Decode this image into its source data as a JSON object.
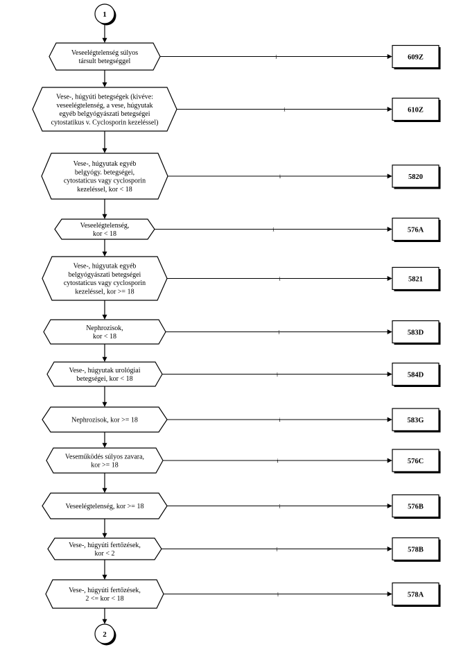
{
  "start_connector": "1",
  "end_connector": "2",
  "yes_mark": "i",
  "decisions": [
    {
      "lines": [
        "Veseelégtelenség súlyos",
        "társult betegséggel"
      ],
      "code": "609Z"
    },
    {
      "lines": [
        "Vese-, húgyúti betegségek (kivéve:",
        "veseelégtelenség, a vese, húgyutak",
        "egyéb belgyógyászati betegségei",
        "cytostatikus v. Cyclosporin kezeléssel)"
      ],
      "code": "610Z"
    },
    {
      "lines": [
        "Vese-, húgyutak egyéb",
        "belgyógy. betegségei,",
        "cytostaticus vagy cyclosporin",
        "kezeléssel, kor < 18"
      ],
      "code": "5820"
    },
    {
      "lines": [
        "Veseelégtelenség,",
        "kor < 18"
      ],
      "code": "576A"
    },
    {
      "lines": [
        "Vese-, húgyutak egyéb",
        "belgyógyászati betegségei",
        "cytostaticus vagy cyclosporin",
        "kezeléssel, kor >= 18"
      ],
      "code": "5821"
    },
    {
      "lines": [
        "Nephrozisok,",
        "kor < 18"
      ],
      "code": "583D"
    },
    {
      "lines": [
        "Vese-, húgyutak urológiai",
        "betegségei, kor < 18"
      ],
      "code": "584D"
    },
    {
      "lines": [
        "Nephrozisok, kor >= 18"
      ],
      "code": "583G"
    },
    {
      "lines": [
        "Veseműködés súlyos zavara,",
        "kor >= 18"
      ],
      "code": "576C"
    },
    {
      "lines": [
        "Veseelégtelenség, kor >= 18"
      ],
      "code": "576B"
    },
    {
      "lines": [
        "Vese-, húgyúti fertőzések,",
        "kor < 2"
      ],
      "code": "578B"
    },
    {
      "lines": [
        "Vese-, húgyúti fertőzések,",
        "2 <= kor < 18"
      ],
      "code": "578A"
    }
  ]
}
